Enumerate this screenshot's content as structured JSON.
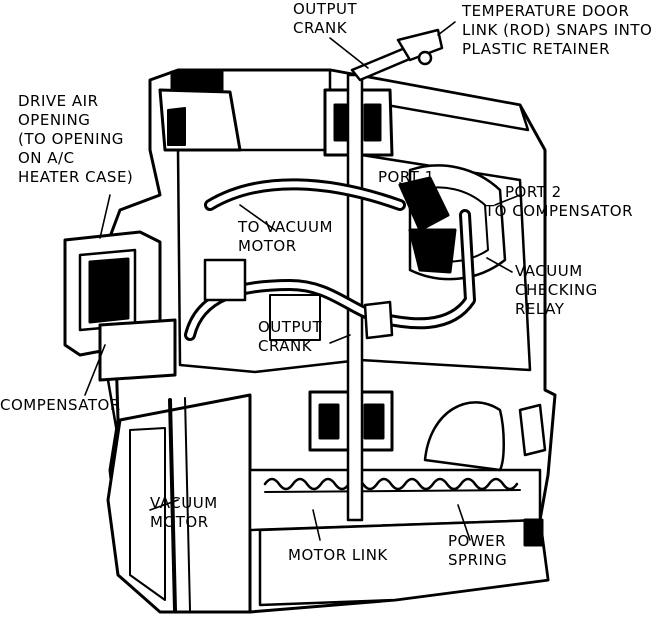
{
  "labels": {
    "output_crank_top": [
      "OUTPUT",
      "CRANK"
    ],
    "temp_door_link": [
      "TEMPERATURE DOOR",
      "LINK (ROD) SNAPS INTO",
      "PLASTIC RETAINER"
    ],
    "drive_air_opening": [
      "DRIVE AIR",
      "OPENING",
      "(TO OPENING",
      "ON A/C",
      "HEATER CASE)"
    ],
    "to_vacuum_motor": [
      "TO VACUUM",
      "MOTOR"
    ],
    "port_1": [
      "PORT 1"
    ],
    "port_2": [
      "PORT 2",
      "TO COMPENSATOR"
    ],
    "vacuum_checking_relay": [
      "VACUUM",
      "CHECKING",
      "RELAY"
    ],
    "output_crank_mid": [
      "OUTPUT",
      "CRANK"
    ],
    "compensator": [
      "COMPENSATOR"
    ],
    "vacuum_motor": [
      "VACUUM",
      "MOTOR"
    ],
    "motor_link": [
      "MOTOR LINK"
    ],
    "power_spring": [
      "POWER",
      "SPRING"
    ]
  },
  "colors": {
    "ink": "#000000",
    "paper": "#ffffff"
  }
}
